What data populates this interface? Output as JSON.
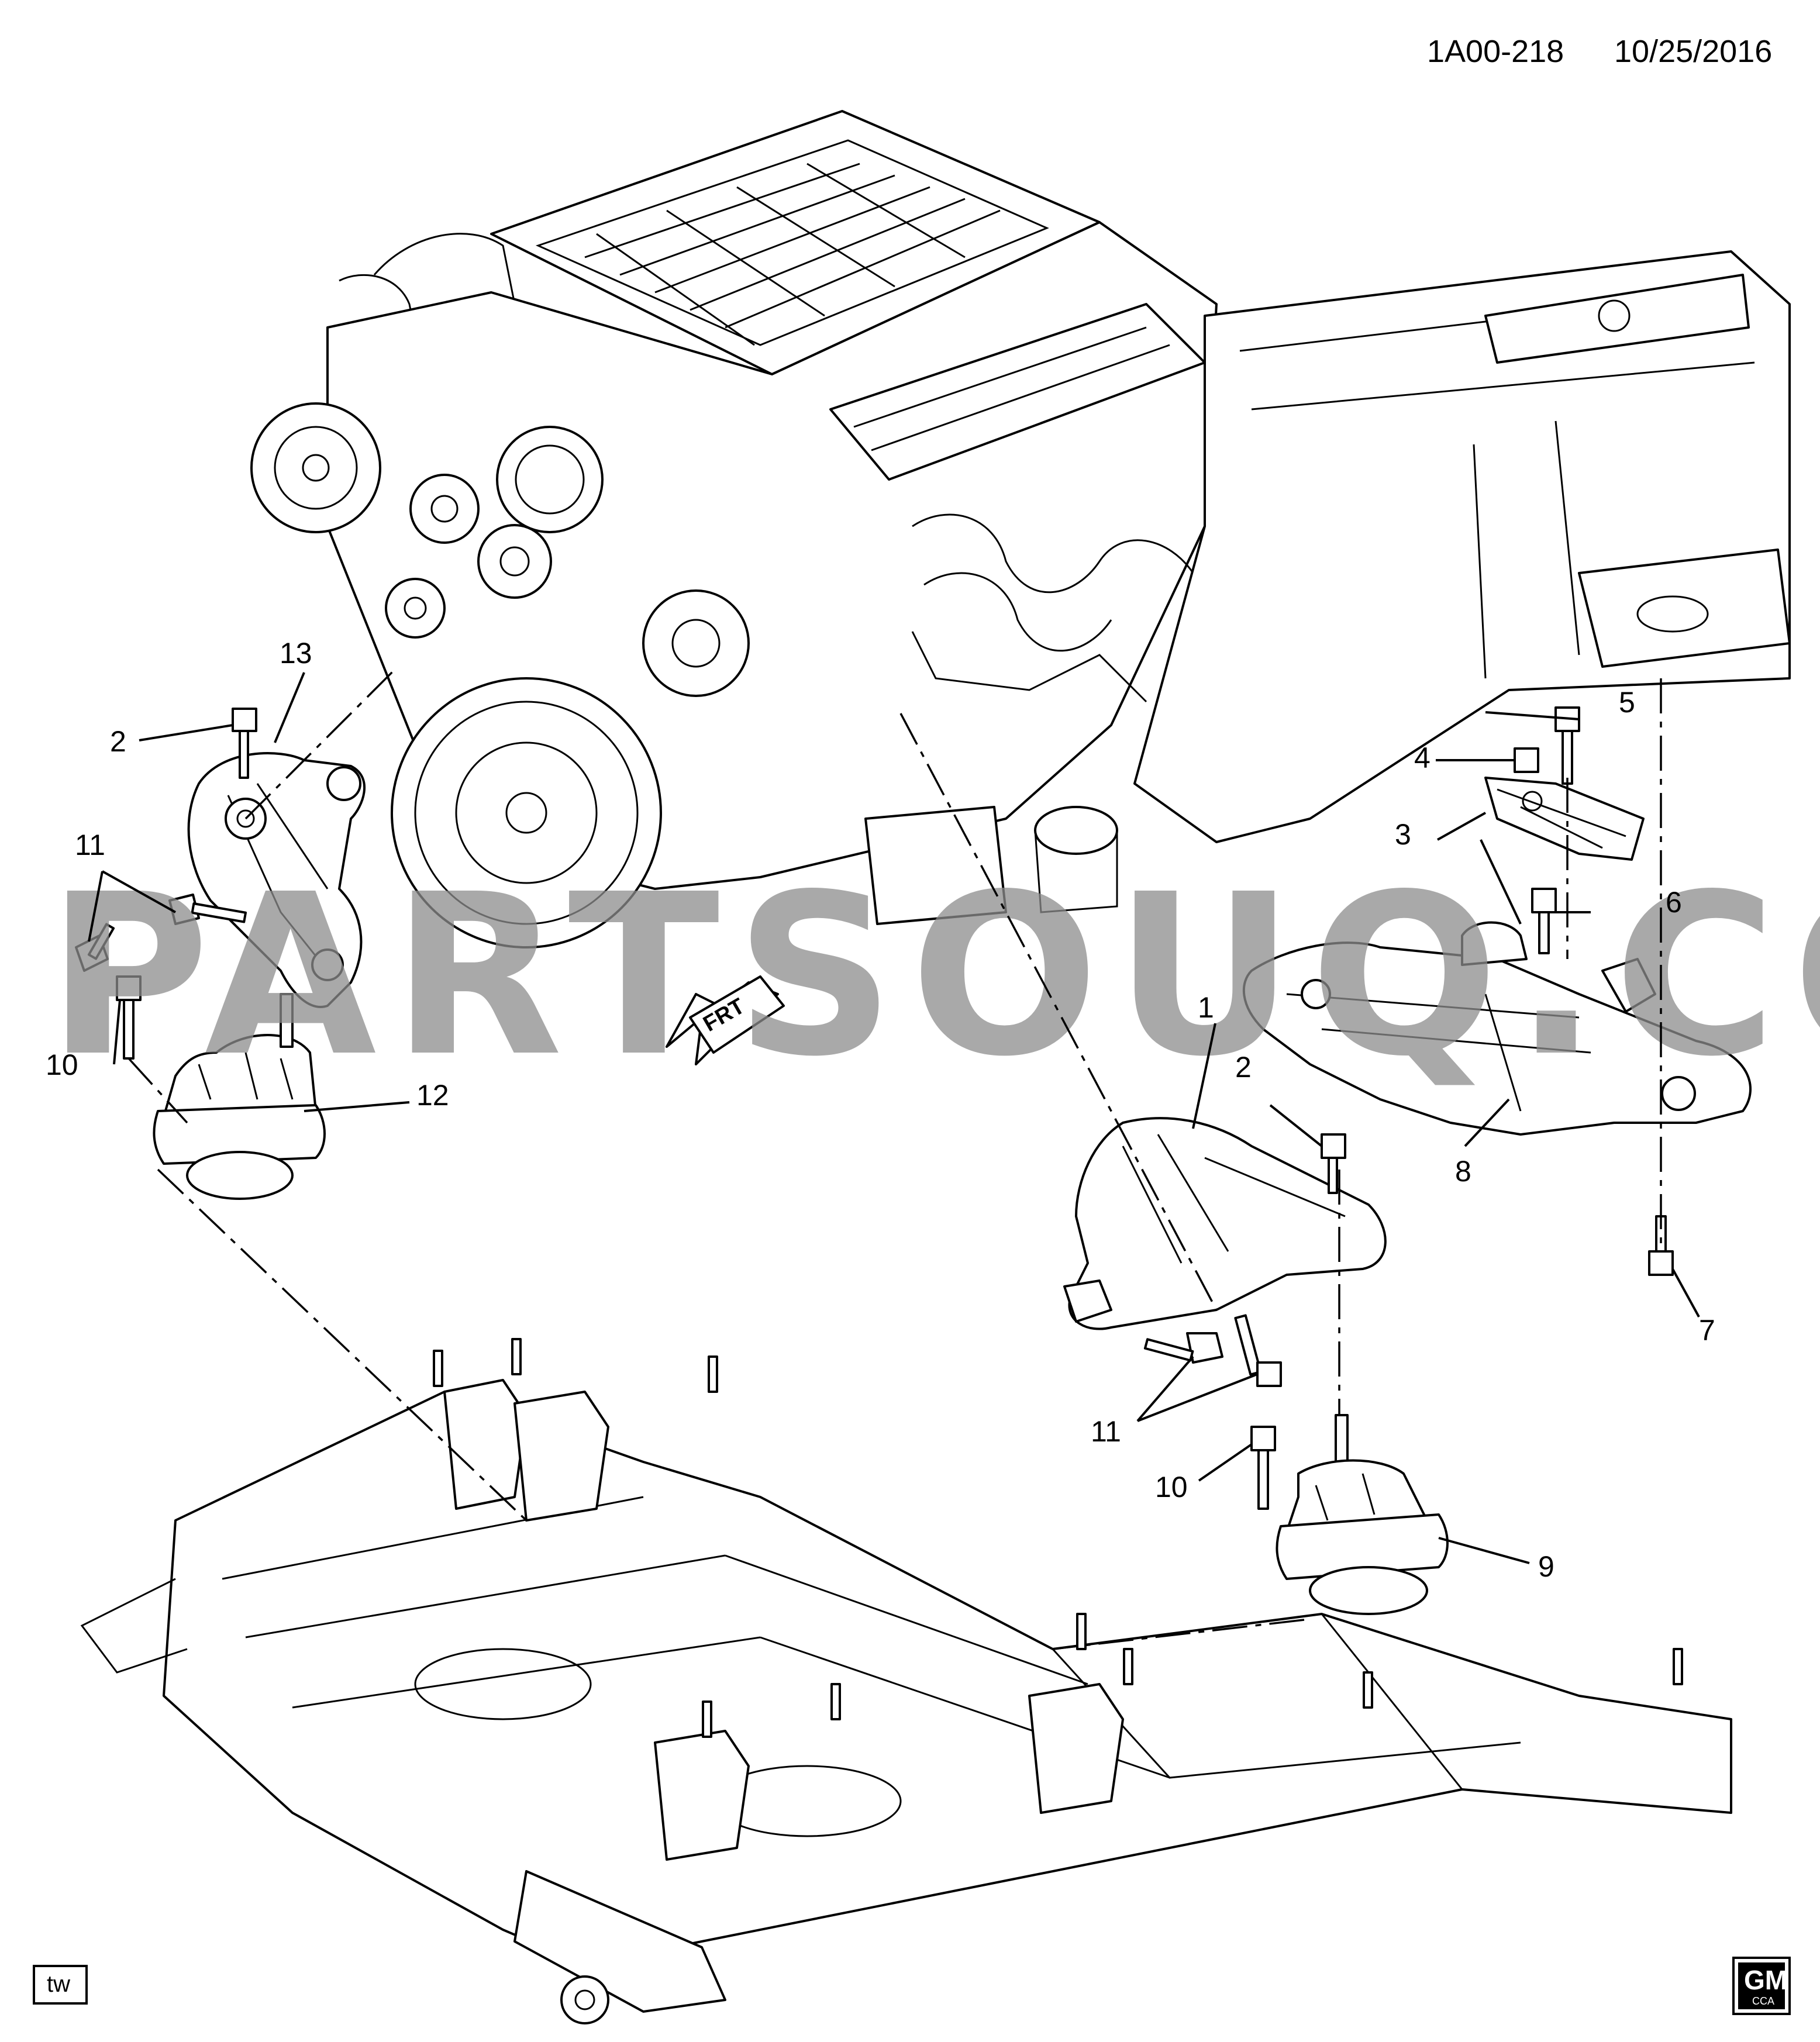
{
  "header": {
    "diagram_id": "1A00-218",
    "date": "10/25/2016"
  },
  "watermark": {
    "text": "PARTSOUQ.COM"
  },
  "direction_indicator": {
    "text": "FRT"
  },
  "footer": {
    "left_tag": "tw",
    "logo_text": "GM",
    "logo_sub": "CCA"
  },
  "callouts": {
    "c1": "1",
    "c2_left": "2",
    "c2_right": "2",
    "c3": "3",
    "c4": "4",
    "c5": "5",
    "c6": "6",
    "c7": "7",
    "c8": "8",
    "c9": "9",
    "c10_left": "10",
    "c10_right": "10",
    "c11_left": "11",
    "c11_right": "11",
    "c12": "12",
    "c13": "13"
  },
  "colors": {
    "line": "#000000",
    "watermark": "#8c8c8c",
    "background": "#ffffff"
  }
}
